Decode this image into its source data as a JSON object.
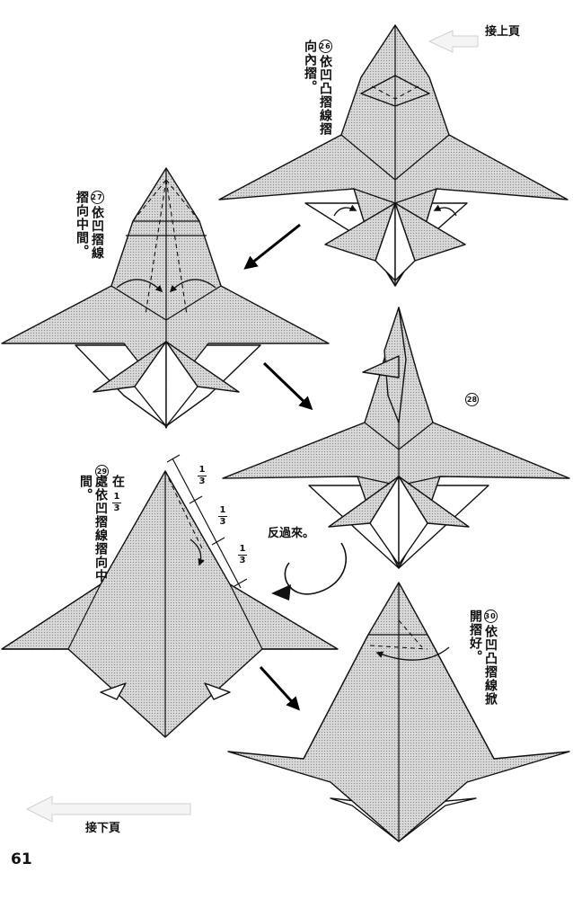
{
  "nav": {
    "continue_from": "接上頁",
    "continue_to": "接下頁"
  },
  "steps": [
    {
      "number": "26",
      "text": "依凹凸摺線摺向內摺。"
    },
    {
      "number": "27",
      "text": "依凹摺線摺向中間。"
    },
    {
      "number": "28",
      "text": ""
    },
    {
      "number": "29",
      "text_before": "在",
      "text_after": "處依凹摺線摺向中間。"
    },
    {
      "number": "30",
      "text": "依凹凸摺線掀開摺好。"
    }
  ],
  "fraction": {
    "numerator": "1",
    "denominator": "3"
  },
  "flip_label": "反過來。",
  "page_number": "61",
  "icons": [
    "hollow-arrow-left-icon",
    "bold-arrow-down-right-icon",
    "flip-over-arrow-icon",
    "fold-arrow-icon"
  ]
}
